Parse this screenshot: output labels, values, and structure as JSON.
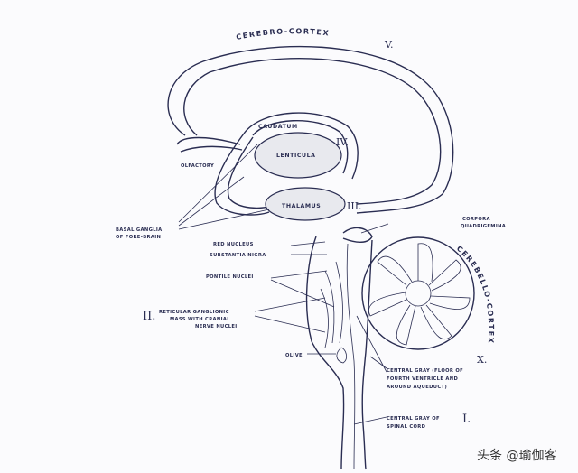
{
  "labels": {
    "cerebro_cortex": "CEREBRO-CORTEX",
    "cerebro_cortex_numeral": "V.",
    "caudatum": "CAUDATUM",
    "lenticula": "LENTICULA",
    "numeral_iv": "IV.",
    "thalamus": "THALAMUS",
    "numeral_iii": "III.",
    "olfactory": "OLFACTORY",
    "basal_ganglia_1": "BASAL GANGLIA",
    "basal_ganglia_2": "OF FORE-BRAIN",
    "corpora_1": "CORPORA",
    "corpora_2": "QUADRIGEMINA",
    "red_nucleus": "RED NUCLEUS",
    "substantia_nigra": "SUBSTANTIA NIGRA",
    "pontile_nuclei": "PONTILE NUCLEI",
    "numeral_ii": "II.",
    "reticular_1": "RETICULAR GANGLIONIC",
    "reticular_2": "MASS WITH CRANIAL",
    "reticular_3": "NERVE NUCLEI",
    "olive": "OLIVE",
    "cerebello_cortex": "CEREBELLO-CORTEX",
    "cerebello_numeral": "X.",
    "central_gray_1": "CENTRAL GRAY (FLOOR OF",
    "central_gray_2": "FOURTH VENTRICLE AND",
    "central_gray_3": "AROUND AQUEDUCT)",
    "central_gray_i_1": "CENTRAL GRAY OF",
    "central_gray_i_numeral": "I.",
    "central_gray_i_2": "SPINAL CORD"
  },
  "watermark": "头条 @瑜伽客"
}
